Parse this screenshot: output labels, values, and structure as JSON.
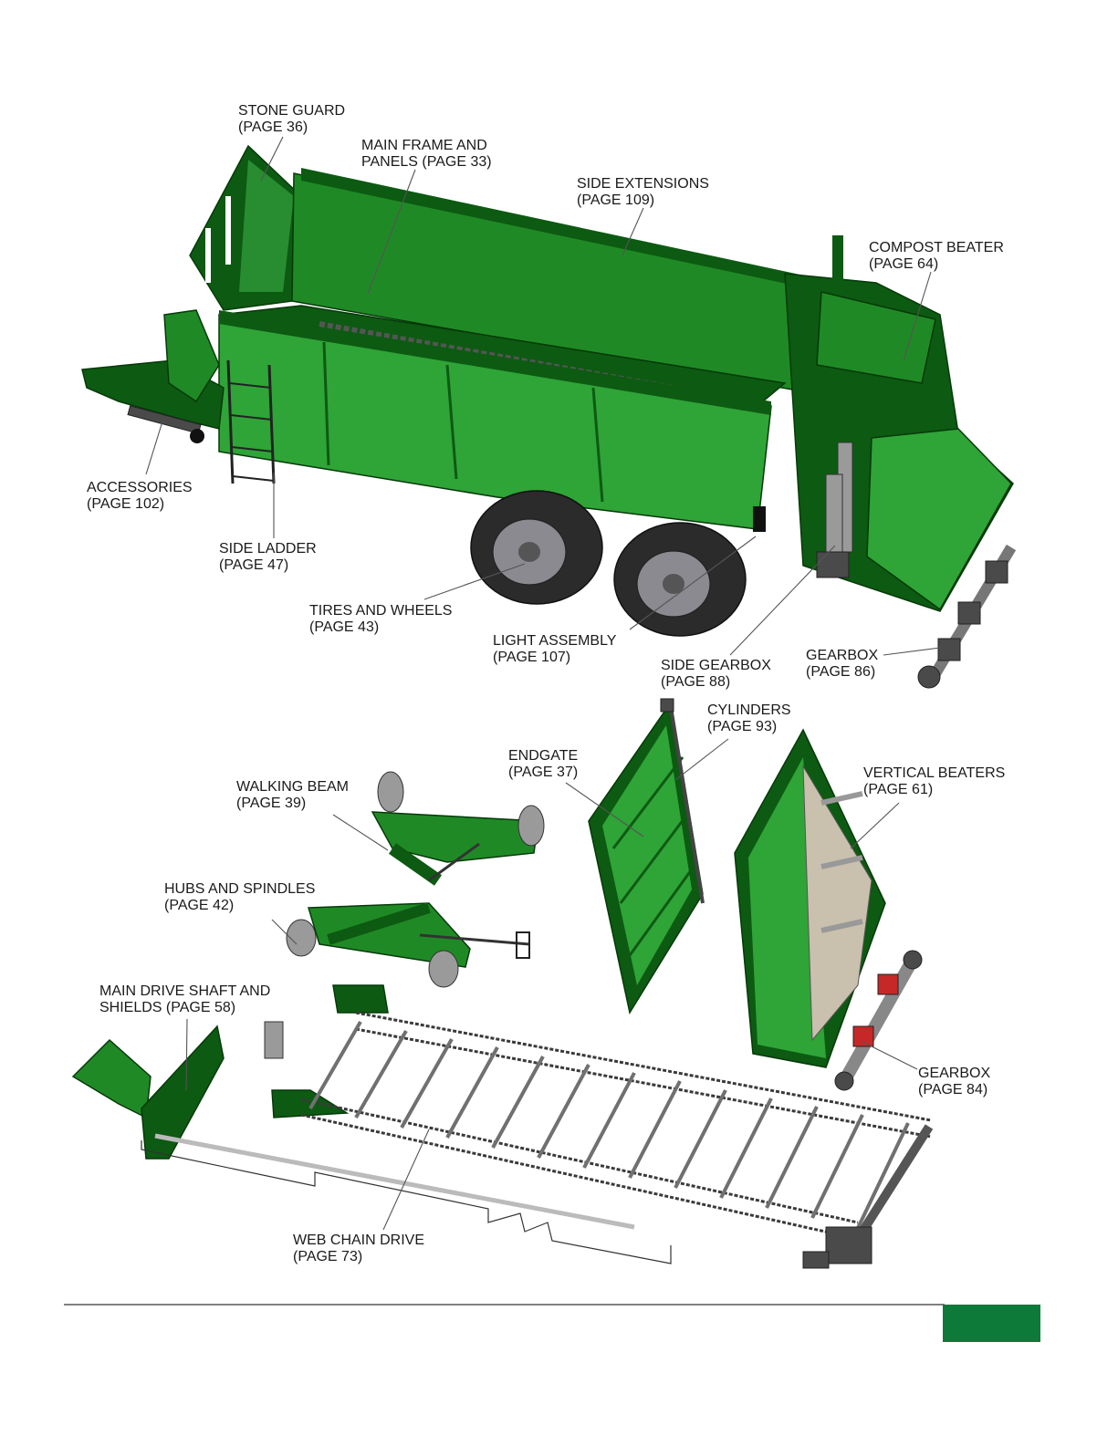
{
  "callouts": [
    {
      "id": "stone-guard",
      "line1": "STONE GUARD",
      "line2": "(PAGE 36)"
    },
    {
      "id": "main-frame",
      "line1": "MAIN FRAME AND",
      "line2": "PANELS (PAGE 33)"
    },
    {
      "id": "side-extensions",
      "line1": "SIDE EXTENSIONS",
      "line2": "(PAGE 109)"
    },
    {
      "id": "compost-beater",
      "line1": "COMPOST BEATER",
      "line2": "(PAGE 64)"
    },
    {
      "id": "accessories",
      "line1": "ACCESSORIES",
      "line2": "(PAGE 102)"
    },
    {
      "id": "side-ladder",
      "line1": "SIDE LADDER",
      "line2": "(PAGE 47)"
    },
    {
      "id": "tires-wheels",
      "line1": "TIRES AND WHEELS",
      "line2": "(PAGE 43)"
    },
    {
      "id": "light-assembly",
      "line1": "LIGHT ASSEMBLY",
      "line2": "(PAGE 107)"
    },
    {
      "id": "side-gearbox",
      "line1": "SIDE GEARBOX",
      "line2": "(PAGE 88)"
    },
    {
      "id": "gearbox-86",
      "line1": "GEARBOX",
      "line2": "(PAGE 86)"
    },
    {
      "id": "cylinders",
      "line1": "CYLINDERS",
      "line2": "(PAGE 93)"
    },
    {
      "id": "endgate",
      "line1": "ENDGATE",
      "line2": "(PAGE 37)"
    },
    {
      "id": "vertical-beaters",
      "line1": "VERTICAL BEATERS",
      "line2": "(PAGE 61)"
    },
    {
      "id": "walking-beam",
      "line1": "WALKING BEAM",
      "line2": "(PAGE 39)"
    },
    {
      "id": "hubs-spindles",
      "line1": "HUBS AND SPINDLES",
      "line2": "(PAGE 42)"
    },
    {
      "id": "main-drive-shaft",
      "line1": "MAIN DRIVE SHAFT AND",
      "line2": "SHIELDS (PAGE 58)"
    },
    {
      "id": "gearbox-84",
      "line1": "GEARBOX",
      "line2": "(PAGE 84)"
    },
    {
      "id": "web-chain-drive",
      "line1": "WEB CHAIN DRIVE",
      "line2": "(PAGE 73)"
    }
  ],
  "colors": {
    "accent_tab": "#0e7a3a",
    "machine_green": "#1f8a25"
  }
}
